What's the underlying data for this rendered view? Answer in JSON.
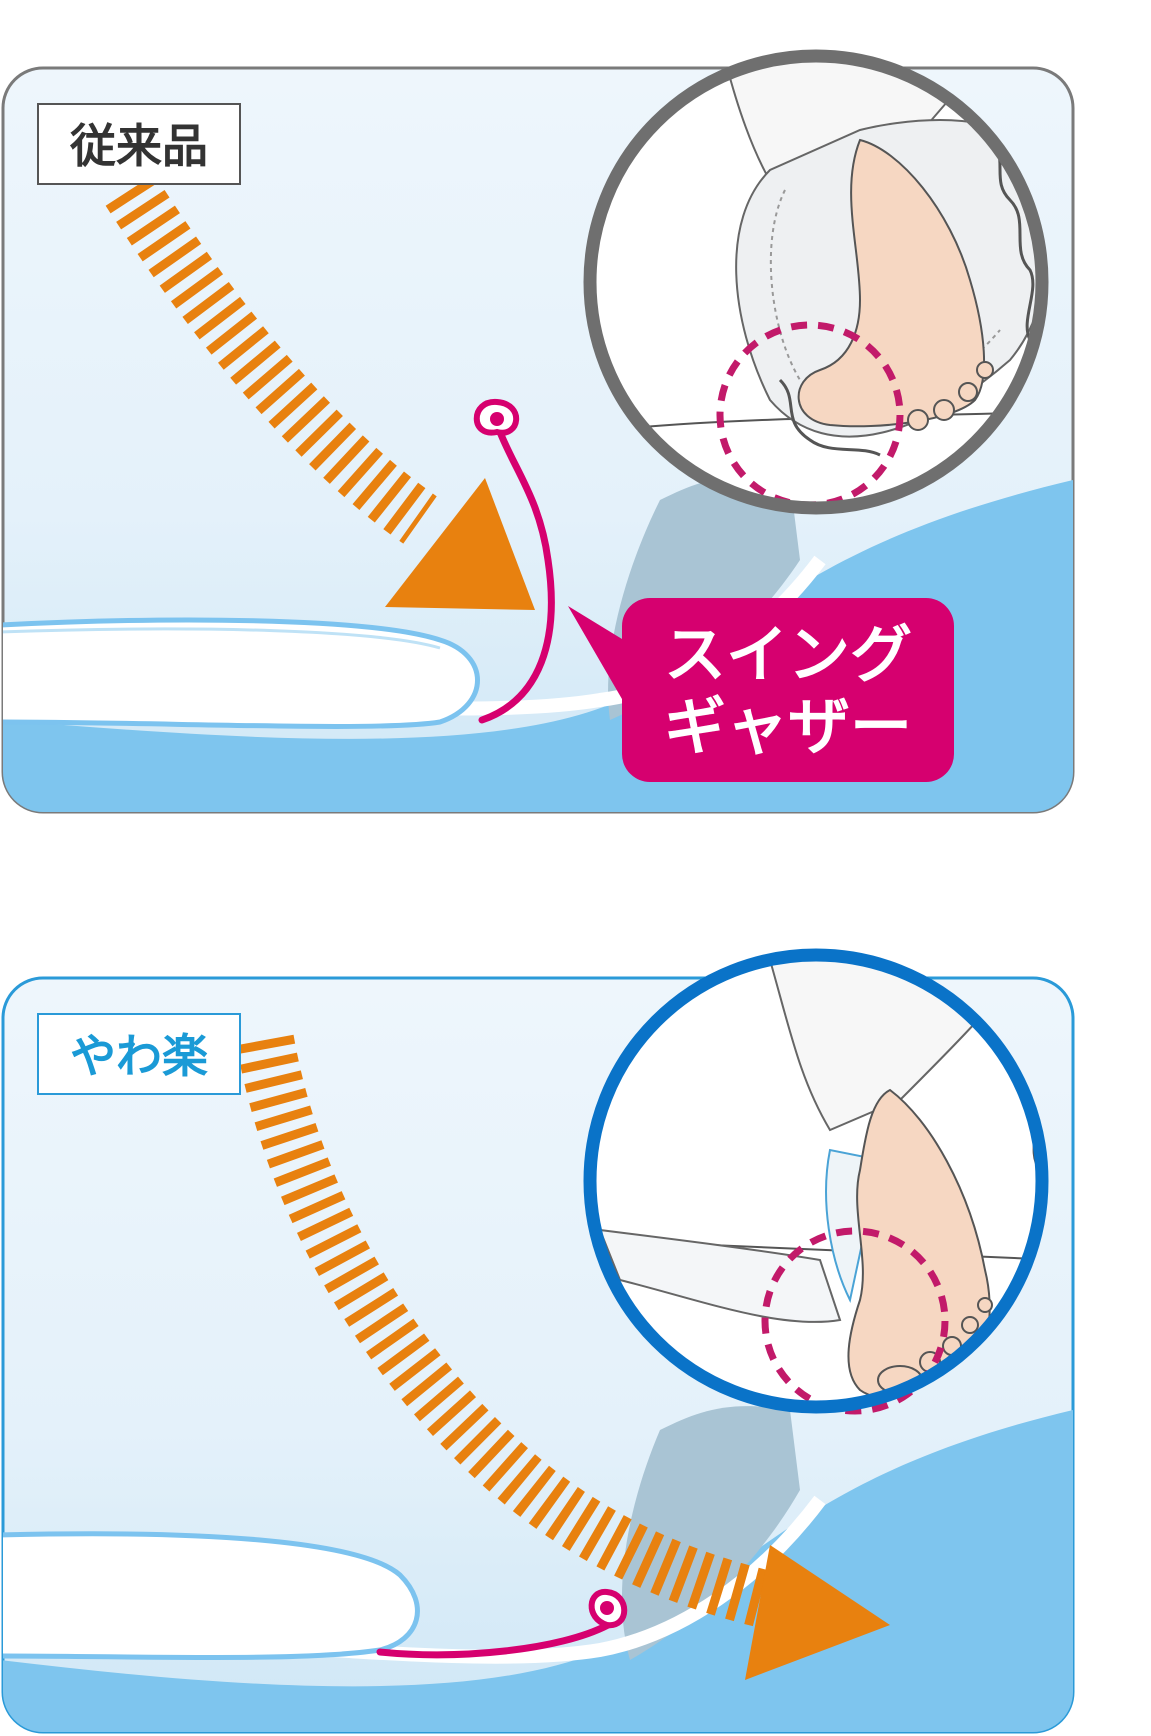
{
  "panels": [
    {
      "label": "従来品",
      "label_color": "#333333",
      "ring_color": "#6f6f6f",
      "callout": {
        "lines": [
          "スイング",
          "ギャザー"
        ]
      }
    },
    {
      "label": "やわ楽",
      "label_color": "#1a9ad6",
      "ring_color": "#0a73c8"
    }
  ],
  "colors": {
    "orange": "#e8810f",
    "magenta": "#d6006f",
    "panel_bg": "#eaf4fb",
    "panel_blue": "#7ec5ee",
    "skin": "#f6d7c2"
  }
}
